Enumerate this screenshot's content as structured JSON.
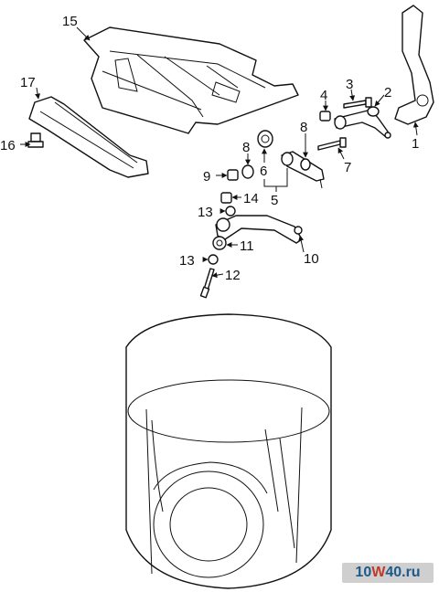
{
  "callouts": {
    "c1": "1",
    "c2": "2",
    "c3": "3",
    "c4": "4",
    "c5": "5",
    "c6": "6",
    "c7": "7",
    "c8a": "8",
    "c8b": "8",
    "c9": "9",
    "c10": "10",
    "c11": "11",
    "c12": "12",
    "c13a": "13",
    "c13b": "13",
    "c14": "14",
    "c15": "15",
    "c16": "16",
    "c17": "17"
  },
  "watermark": {
    "prefix": "10",
    "w": "W",
    "suffix": "40.ru"
  }
}
